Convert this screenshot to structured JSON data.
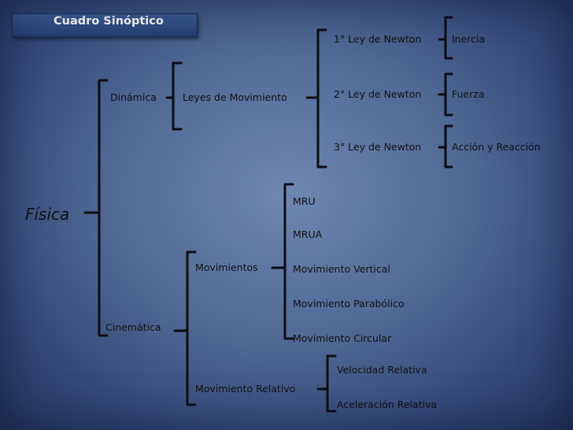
{
  "title": "Cuadro Sinóptico",
  "root": "Física",
  "dinamica": {
    "label": "Dinámica",
    "leyes": "Leyes de Movimiento",
    "newton": [
      {
        "ley": "1° Ley de Newton",
        "concepto": "Inercia"
      },
      {
        "ley": "2° Ley de Newton",
        "concepto": "Fuerza"
      },
      {
        "ley": "3° Ley de Newton",
        "concepto": "Acción y Reacción"
      }
    ]
  },
  "cinematica": {
    "label": "Cinemática",
    "movimientos": {
      "label": "Movimientos",
      "items": [
        "MRU",
        "MRUA",
        "Movimiento Vertical",
        "Movimiento Parabólico",
        "Movimiento Circular"
      ]
    },
    "relativo": {
      "label": "Movimiento Relativo",
      "items": [
        "Velocidad Relativa",
        "Aceleración Relativa"
      ]
    }
  }
}
